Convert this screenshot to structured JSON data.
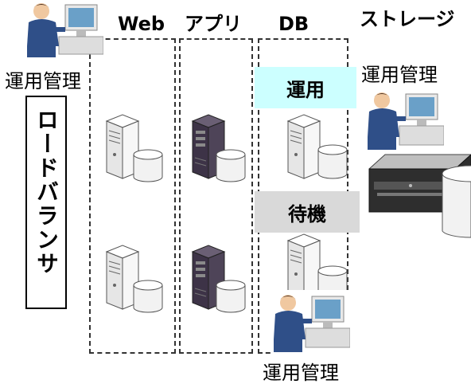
{
  "columns": {
    "web": "Web",
    "app": "アプリ",
    "db": "DB",
    "storage": "ストレージ"
  },
  "admins": {
    "top_left": "運用管理",
    "top_right": "運用管理",
    "bottom": "運用管理"
  },
  "load_balancer": {
    "label": "ロードバランサ"
  },
  "db_states": {
    "active": "運用",
    "standby": "待機"
  },
  "colors": {
    "active_bg": "#ccffff",
    "standby_bg": "#d9d9d9",
    "server_light": "#f2f2f2",
    "server_dark": "#3d3347"
  },
  "icons": {
    "admin": "person-at-computer-icon",
    "server": "tower-server-icon",
    "disk": "disk-cylinder-icon",
    "storage": "storage-array-icon"
  }
}
